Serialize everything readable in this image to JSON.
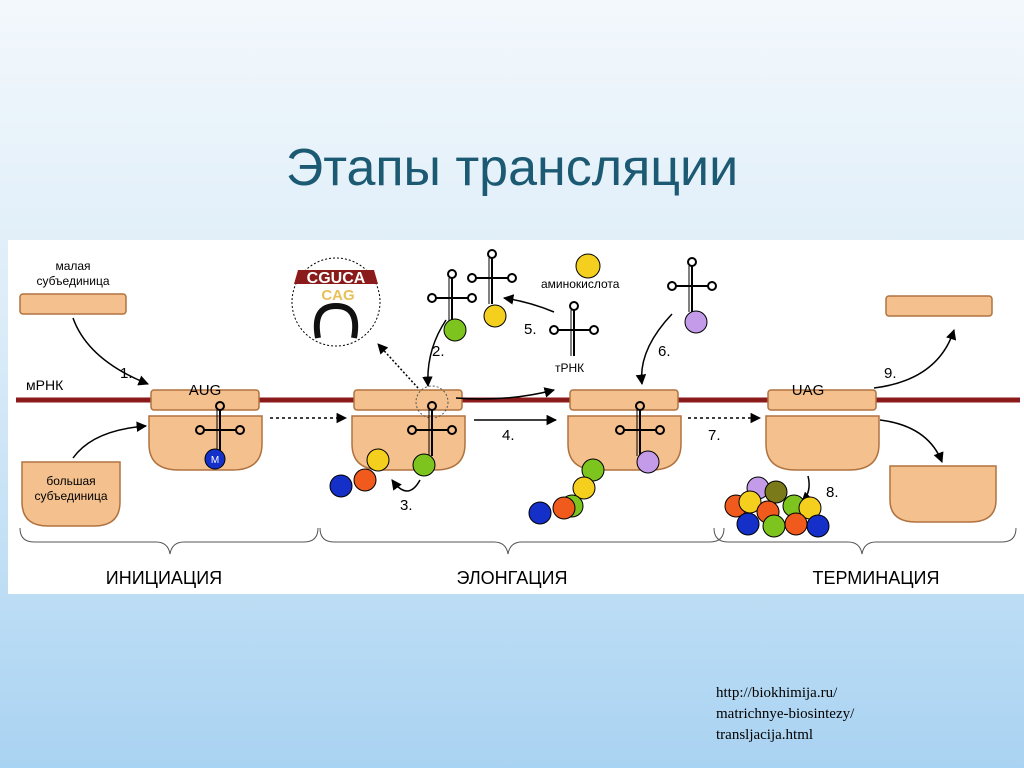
{
  "slide": {
    "title": "Этапы трансляции"
  },
  "diagram": {
    "small_subunit_label": [
      "малая",
      "субъединица"
    ],
    "large_subunit_label": [
      "большая",
      "субъединица"
    ],
    "mrna_label": "мРНК",
    "trna_label": "тРНК",
    "amino_acid_label": "аминокислота",
    "codon_aug": "AUG",
    "codon_uag": "UAG",
    "zoom_codon": "CGUCA",
    "zoom_anticodon": "CAG",
    "methionine_label": "M",
    "steps": [
      "1.",
      "2.",
      "3.",
      "4.",
      "5.",
      "6.",
      "7.",
      "8.",
      "9."
    ],
    "phases": [
      "ИНИЦИАЦИЯ",
      "ЭЛОНГАЦИЯ",
      "ТЕРМИНАЦИЯ"
    ]
  },
  "source": {
    "lines": [
      "http://biokhimija.ru/",
      "matrichnye-biosintezy/",
      "transljacija.html"
    ]
  },
  "colors": {
    "subunit_fill": "#f4c08e",
    "subunit_stroke": "#b0723e",
    "mrna": "#8b1a1a",
    "blue": "#1530c8",
    "orange": "#f05a1c",
    "yellow": "#f5cf1e",
    "green": "#7ec41e",
    "lilac": "#c39be8",
    "olive": "#7a7a1a"
  }
}
